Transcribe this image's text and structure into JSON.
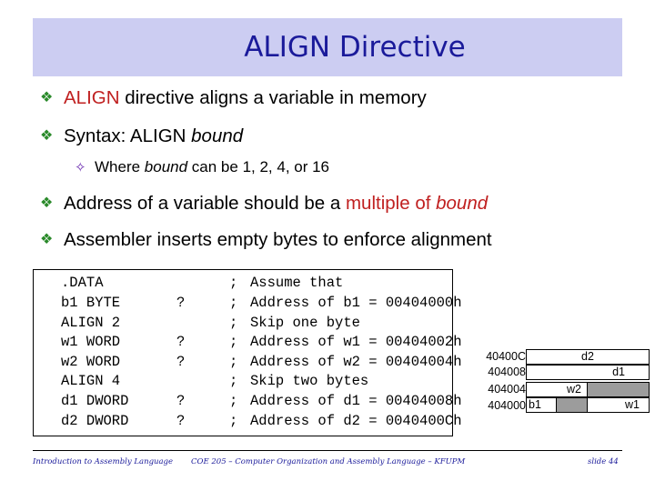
{
  "title": "ALIGN Directive",
  "bullets": {
    "b1_red": "ALIGN",
    "b1_rest": " directive aligns a variable in memory",
    "b2_pre": "Syntax: ALIGN ",
    "b2_em": "bound",
    "sub_pre": "Where ",
    "sub_em": "bound",
    "sub_post": " can be 1, 2, 4, or 16",
    "b3_pre": "Address of a variable should be a ",
    "b3_red": "multiple of ",
    "b3_red_em": "bound",
    "b4": "Assembler inserts empty bytes to enforce alignment"
  },
  "code": [
    {
      "a": ".DATA",
      "q": "",
      "s": ";",
      "c": "Assume that"
    },
    {
      "a": "b1 BYTE",
      "q": "?",
      "s": ";",
      "c": "Address of b1 = 00404000h"
    },
    {
      "a": "ALIGN 2",
      "q": "",
      "s": ";",
      "c": "Skip one byte"
    },
    {
      "a": "w1 WORD",
      "q": "?",
      "s": ";",
      "c": "Address of w1 = 00404002h"
    },
    {
      "a": "w2 WORD",
      "q": "?",
      "s": ";",
      "c": "Address of w2 = 00404004h"
    },
    {
      "a": "ALIGN 4",
      "q": "",
      "s": ";",
      "c": "Skip two bytes"
    },
    {
      "a": "d1 DWORD",
      "q": "?",
      "s": ";",
      "c": "Address of d1 = 00404008h"
    },
    {
      "a": "d2 DWORD",
      "q": "?",
      "s": ";",
      "c": "Address of d2 = 0040400Ch"
    }
  ],
  "memory": {
    "addresses": [
      "40400C",
      "404008",
      "404004",
      "404000"
    ],
    "cells": {
      "d2": "d2",
      "d1": "d1",
      "w2": "w2",
      "b1": "b1",
      "w1": "w1"
    }
  },
  "footer": {
    "left": "Introduction to Assembly Language",
    "center": "COE 205 – Computer Organization and Assembly Language – KFUPM",
    "right": "slide 44"
  },
  "colors": {
    "title": "#1a1a9a",
    "title_bg": "#cccdf2",
    "bullet_mark": "#2a8a2a",
    "highlight": "#c02020",
    "padding_cell": "#9c9c9c"
  },
  "icons": {
    "bullet": "diamond-bullet-icon",
    "sub_bullet": "star-bullet-icon"
  }
}
